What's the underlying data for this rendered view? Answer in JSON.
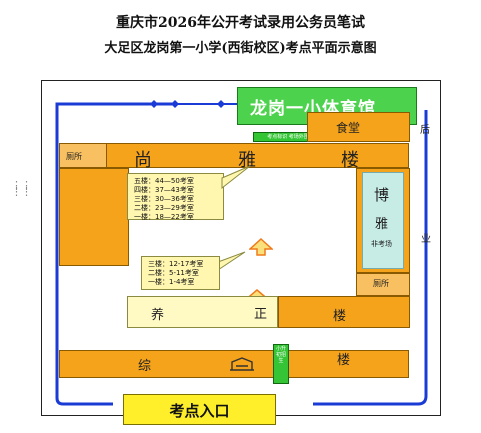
{
  "title_line1": "重庆市2026年公开考试录用公务员笔试",
  "title_line2": "大足区龙岗第一小学(西街校区)考点平面示意图",
  "buildings": {
    "gym": "龙岗一小体育馆",
    "gym_sign": "考点标识 考场外围",
    "canteen": "食堂",
    "shangya": [
      "尚",
      "雅",
      "楼"
    ],
    "wc": "厕所",
    "boya": [
      "博",
      "雅"
    ],
    "boya_small": "非考场",
    "yang": "养",
    "yang_mid": "正",
    "lou_east": "楼",
    "zong": "综",
    "zong_lou": "楼",
    "green_bar": "小升初招生",
    "side_label_1": "后",
    "side_label_2": "业"
  },
  "floor_notes_main": [
    "五楼：44—50考室",
    "四楼：37—43考室",
    "三楼：30—36考室",
    "二楼：23—29考室",
    "一楼：18—22考室"
  ],
  "floor_notes_yang": [
    "三楼：12-17考室",
    "二楼：5-11考室",
    "一楼：1-4考室"
  ],
  "entrance": "考点入口",
  "colors": {
    "building_orange": "#f5a31a",
    "gym_green": "#4dd24d",
    "path_blue": "#1a3bd6",
    "arrow_orange": "#f07a1a",
    "entrance_yellow": "#ffef2a"
  },
  "icons": [
    "drag-handle-icon",
    "up-arrow-icon",
    "gate-icon",
    "path-node-icon"
  ]
}
